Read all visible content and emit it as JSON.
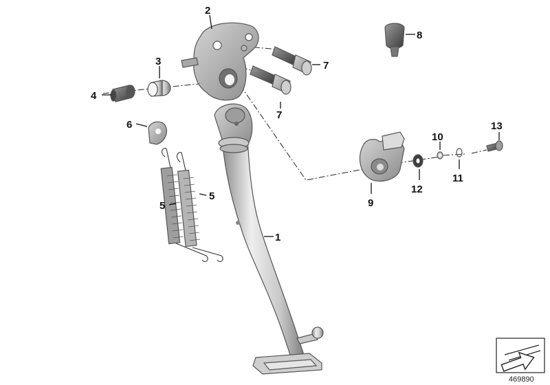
{
  "callouts": {
    "c1": "1",
    "c2": "2",
    "c3": "3",
    "c4": "4",
    "c5a": "5",
    "c5b": "5",
    "c6": "6",
    "c7a": "7",
    "c7b": "7",
    "c8": "8",
    "c9": "9",
    "c10": "10",
    "c11": "11",
    "c12": "12",
    "c13": "13"
  },
  "reference_number": "469890",
  "colors": {
    "metal_light": "#e2e2e2",
    "metal_mid": "#b3b3b3",
    "metal_dark": "#7c7c7c",
    "rubber": "#4a4a4a",
    "line": "#111111"
  },
  "icons": [
    "return-arrow-icon"
  ]
}
